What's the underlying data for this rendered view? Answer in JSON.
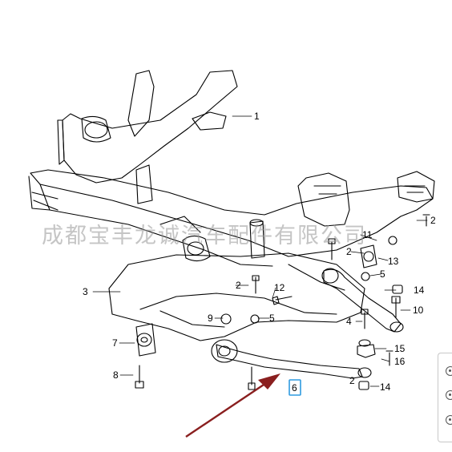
{
  "diagram": {
    "callouts": [
      {
        "id": "c1",
        "text": "1"
      },
      {
        "id": "c2a",
        "text": "2"
      },
      {
        "id": "c2b",
        "text": "2"
      },
      {
        "id": "c2c",
        "text": "2"
      },
      {
        "id": "c2d",
        "text": "2"
      },
      {
        "id": "c3",
        "text": "3"
      },
      {
        "id": "c4",
        "text": "4"
      },
      {
        "id": "c5a",
        "text": "5"
      },
      {
        "id": "c5b",
        "text": "5"
      },
      {
        "id": "c6",
        "text": "6"
      },
      {
        "id": "c7",
        "text": "7"
      },
      {
        "id": "c8",
        "text": "8"
      },
      {
        "id": "c9",
        "text": "9"
      },
      {
        "id": "c10",
        "text": "10"
      },
      {
        "id": "c11",
        "text": "11"
      },
      {
        "id": "c12",
        "text": "12"
      },
      {
        "id": "c13",
        "text": "13"
      },
      {
        "id": "c14a",
        "text": "14"
      },
      {
        "id": "c14b",
        "text": "14"
      },
      {
        "id": "c15",
        "text": "15"
      },
      {
        "id": "c16",
        "text": "16"
      }
    ],
    "watermark": "成都宝丰龙诚汽车配件有限公司",
    "colors": {
      "line": "#000000",
      "arrow": "#8a1f1f",
      "highlight": "#2f9be0"
    }
  }
}
